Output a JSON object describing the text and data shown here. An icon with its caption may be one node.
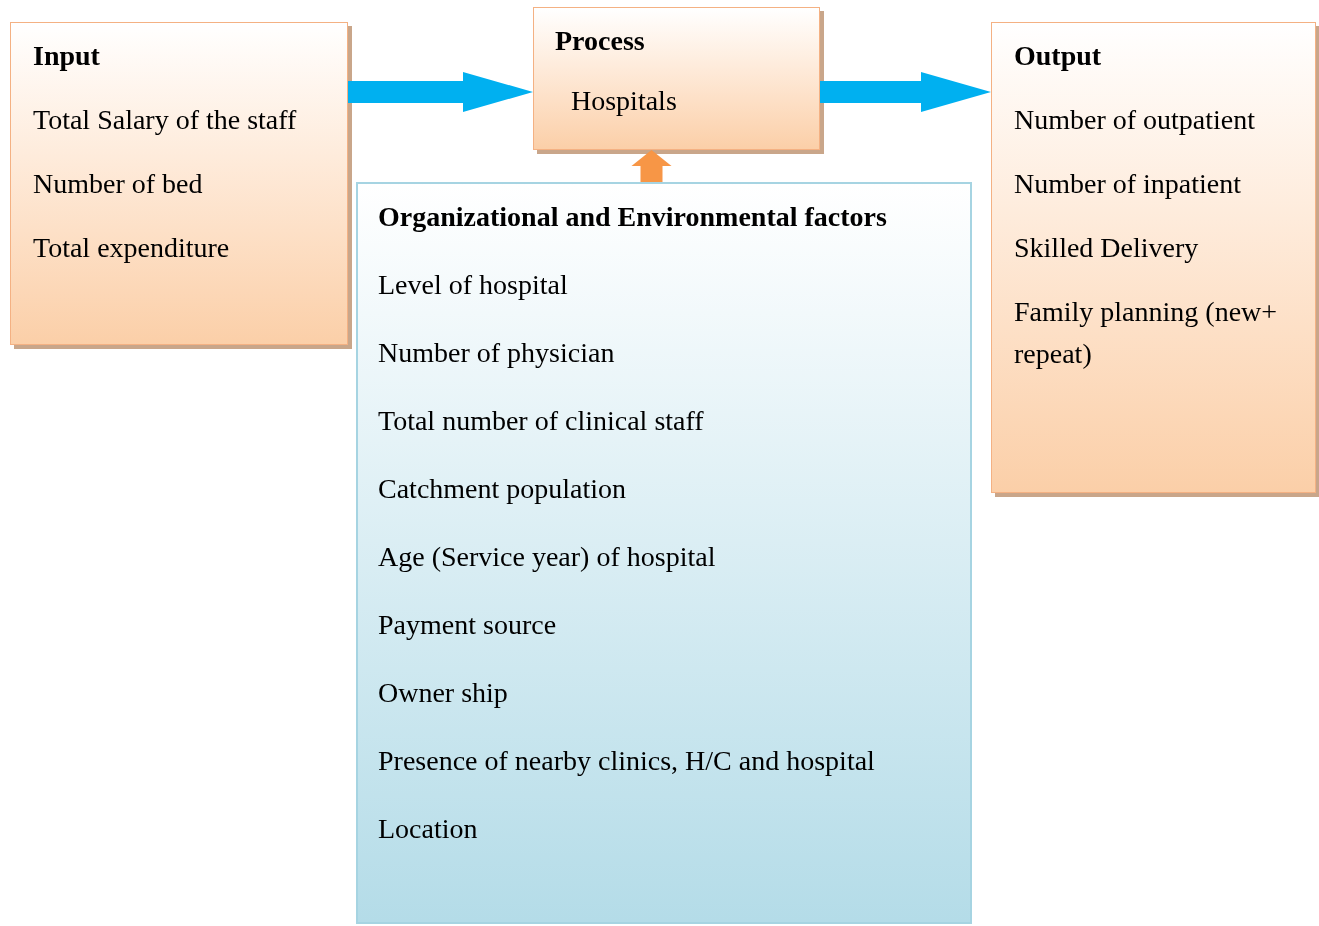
{
  "diagram": {
    "nodes": [
      {
        "text": [
          "Input",
          "Total Salary of the staff",
          "Number of bed",
          "Total expenditure"
        ]
      },
      {
        "text": [
          "Process",
          "Hospitals"
        ]
      },
      {
        "text": [
          "Output",
          "Number of outpatient",
          "Number of inpatient",
          "Skilled Delivery",
          "Family planning (new+ repeat)"
        ]
      },
      {
        "text": [
          "Organizational and Environmental factors",
          "Level of hospital",
          "Number of physician",
          "Total number of clinical staff",
          "Catchment population",
          "Age (Service year) of hospital",
          "Payment source",
          "Owner ship",
          "Presence of nearby clinics, H/C and hospital",
          "Location"
        ]
      }
    ],
    "edges": [
      {
        "from": 0,
        "to": 1,
        "arrow": "to",
        "style": "thick"
      },
      {
        "from": 1,
        "to": 2,
        "arrow": "to",
        "style": "thick"
      },
      {
        "from": 3,
        "to": 1,
        "arrow": "to",
        "style": "thick",
        "color": "#f79646"
      }
    ]
  }
}
